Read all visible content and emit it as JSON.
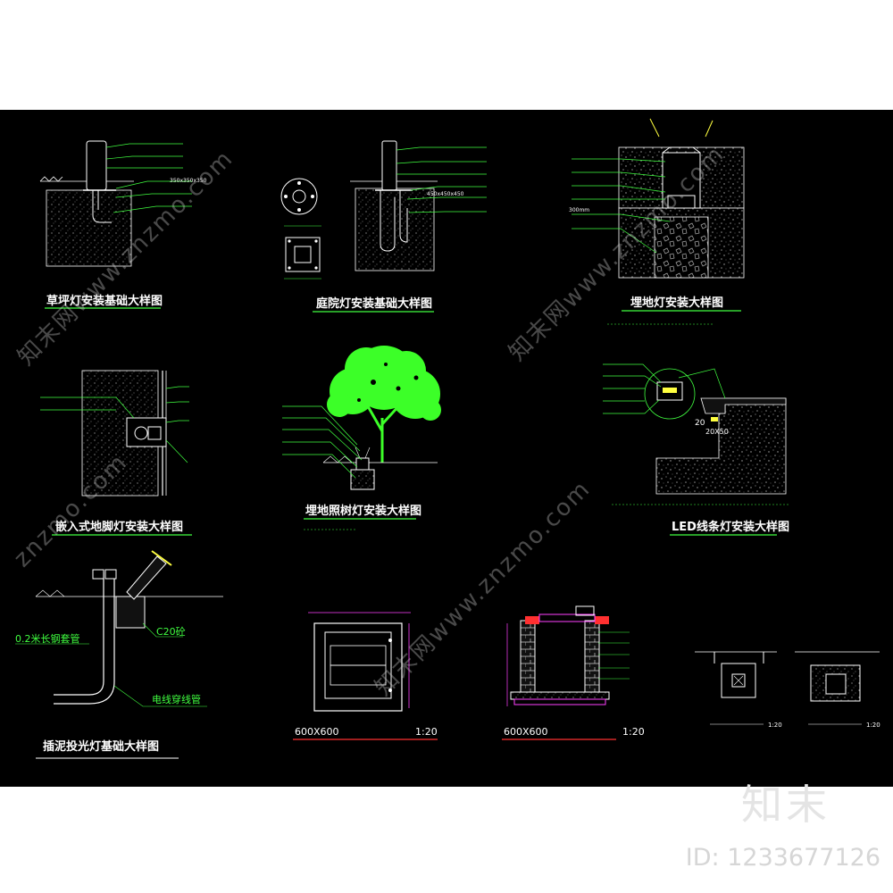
{
  "titles": {
    "lawn": "草坪灯安装基础大样图",
    "garden": "庭院灯安装基础大样图",
    "buried": "埋地灯安装大样图",
    "wall": "嵌入式地脚灯安装大样图",
    "tree": "埋地照树灯安装大样图",
    "led": "LED线条灯安装大样图",
    "spike": "插泥投光灯基础大样图",
    "plan": "600X600",
    "plan_suffix": "1:20",
    "section": "600X600",
    "section_suffix": "1:20"
  },
  "notes": {
    "spike_pipe": "0.2米长钢套管",
    "spike_concrete": "C20砼",
    "spike_conduit": "电线穿线管",
    "led_dim": "20",
    "led_dim2": "20X50",
    "scale_1": "1:20",
    "scale_2": "1:20"
  },
  "dims": {
    "lawn_found": "350x350x350",
    "garden_found": "450x450x450",
    "buried_depth": "300mm"
  },
  "watermark": {
    "text_a": "知末网www.znzmo.com",
    "text_b": "知末网www.znzmo.com",
    "text_c": "znzmo.com",
    "text_d": "知末网www.znzmo.com",
    "logo": "知末",
    "id_label": "ID: 1233677126"
  },
  "colors": {
    "background": "#000000",
    "line_green": "#40ff40",
    "magenta": "#ff40ff",
    "brick_red": "#ff3030",
    "tree_green": "#3cff28"
  }
}
